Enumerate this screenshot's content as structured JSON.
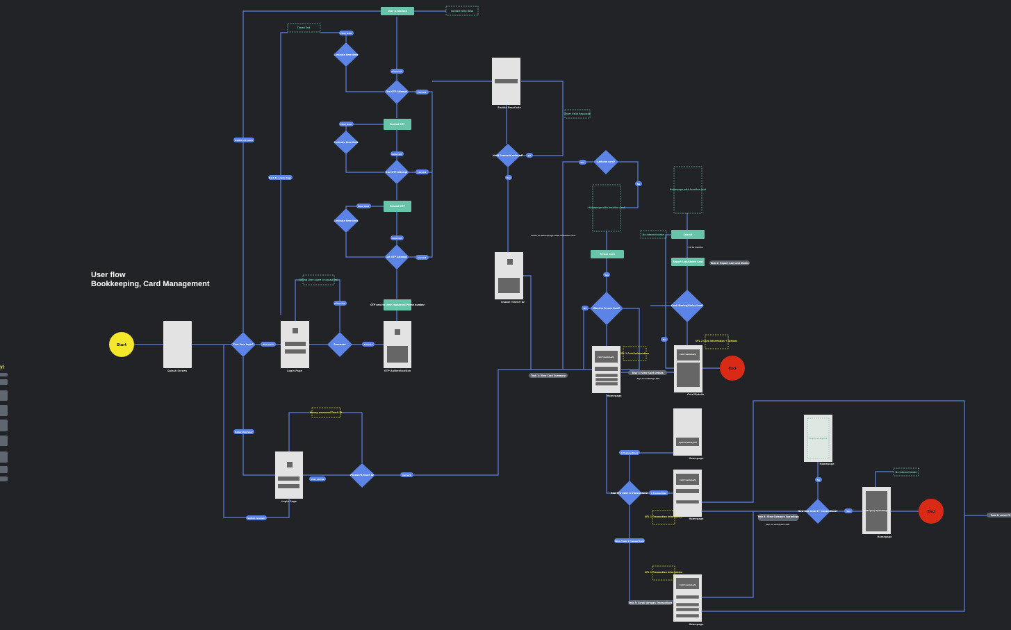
{
  "title": {
    "line1": "User flow",
    "line2": "Bookkeeping, Card Management"
  },
  "colors": {
    "background": "#222326",
    "connector": "#5b84e6",
    "decision": "#5b84e6",
    "process_green": "#67c4a8",
    "screen": "#e3e3e3",
    "start": "#f5e72a",
    "end": "#d92a15",
    "note_yellow": "#e8e33a",
    "note_green": "#67c4a8"
  },
  "nodes": {
    "start": "Start",
    "end_1": "End",
    "end_2": "End",
    "splash": "Splash Screen",
    "first_login": "First time login?",
    "login_page": "Login Page",
    "login_page_2": "Login Page",
    "password": "Password",
    "otp_auth": "OTP Authentication",
    "otp_sent": "OTP sent to their registered Phone number",
    "first_otp": "1st OTP Attempt",
    "second_otp": "2nd OTP Attempt",
    "third_otp": "3rd OTP Attempt",
    "resend_otp_1": "Resend OTP",
    "resend_otp_2": "Resend OTP",
    "user_blocked": "User is Blocked",
    "contact_help": "Contact help desk",
    "timed_out": "Timed Out",
    "wait_1": "1 minute time limit",
    "wait_2": "1 minute time limit",
    "wait_3": "1 minute time limit",
    "wrong_creds": "Wrong User name or password",
    "wrong_creds_2": "Wrong password/Touch ID",
    "password_touch": "Password/Touch ID",
    "enable_passcode": "Enable PassCode",
    "enable_touch": "Enable TOUCH ID",
    "valid_passcode": "Valid Passcode entered?",
    "enter_valid_passcode": "Enter Valid Passcode",
    "activate_card": "Activate card?",
    "homepage_inactive": "Homepage with inactive card",
    "homepage_inactive_2": "Homepage with inactive card",
    "freeze_card_action": "Freeze Card",
    "want_freeze": "Want to Freeze Card?",
    "card_missing": "Card Missing/Stolen/Lost?",
    "submit": "Submit",
    "report_lost": "Report Lost/Stolen Card",
    "no_internet_1": "No internet state",
    "no_internet_2": "No internet state",
    "homepage_main": "Homepage",
    "card_details": "Card Details",
    "card_summary": "card summary",
    "transactions": "Transactions",
    "ufl1": "UFL 1 Card Information",
    "ufl2": "UFL 2 Card Information + Actions",
    "ufl_txn_1": "UFL 1 Transaction Information",
    "ufl_txn_2": "UFL 1 Transaction Information",
    "how_many_txn": "How few done 4 transactions?",
    "how_many_txn_2": "How few done 4+ transactions?",
    "zero_txn": "0 Transactions",
    "one_txn": "1 transaction",
    "more_txn": "More than 1 transactions",
    "spend_analysis": "Spend Analysis",
    "empty_analytics": "Empty analytics",
    "category_spending": "Category Spendings",
    "homepage": "Homepage"
  },
  "edges": {
    "new_user": "New User",
    "returning_user": "Returning User",
    "switch_account": "Switch Account",
    "switch_account_2": "Switch Account",
    "back_to_login": "Back to Login Page",
    "correct": "Correct",
    "incorrect": "Incorrect",
    "times_over": "Time Over",
    "yes": "Yes",
    "no": "No",
    "route_home": "route to Homepage with enabled card",
    "user_status": "User status",
    "ten_to_decide": "10 to decide"
  },
  "tasks": {
    "task1": "Task 1: View Card Summary",
    "task2": "Task 2: Report Lost and Stolen",
    "task3": "Task 3: View Card Details",
    "task3_sub": "Tap on Settings tab",
    "task4": "Task 4: View Category Spendings",
    "task4_sub": "Tap on Analytics tab",
    "task5": "Task 5: Scroll through Transactions",
    "task6": "Task 6: select Tr"
  },
  "legend_partial": "y)"
}
